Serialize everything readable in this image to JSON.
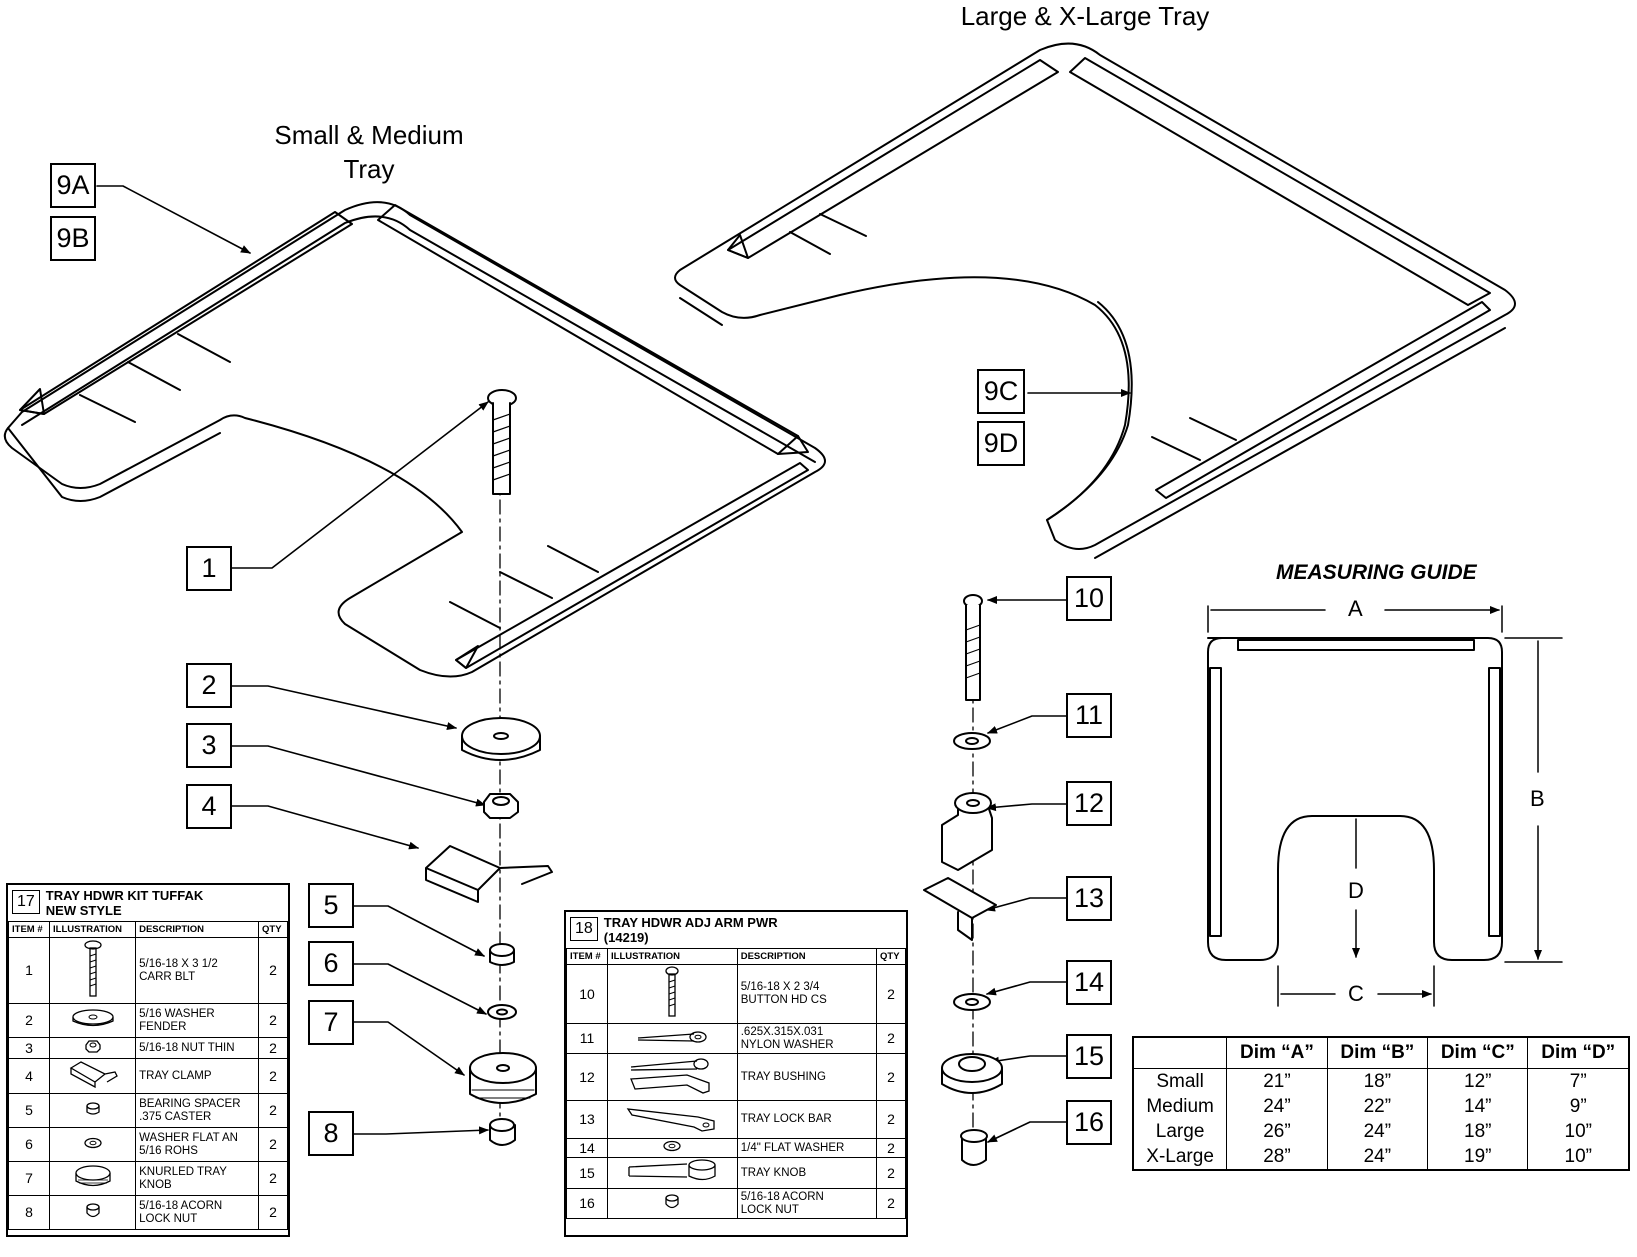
{
  "trays": {
    "small_medium_title": "Small & Medium\nTray",
    "large_xlarge_title": "Large & X-Large Tray"
  },
  "callouts": [
    "9A",
    "9B",
    "9C",
    "9D",
    "1",
    "2",
    "3",
    "4",
    "5",
    "6",
    "7",
    "8",
    "10",
    "11",
    "12",
    "13",
    "14",
    "15",
    "16"
  ],
  "measuring_guide": {
    "title": "MEASURING GUIDE",
    "dim_a": "A",
    "dim_b": "B",
    "dim_c": "C",
    "dim_d": "D"
  },
  "kit17": {
    "number": "17",
    "title": "TRAY HDWR KIT TUFFAK\nNEW STYLE",
    "headers": [
      "ITEM #",
      "ILLUSTRATION",
      "DESCRIPTION",
      "QTY"
    ],
    "rows": [
      {
        "item": "1",
        "desc": "5/16-18 X 3 1/2\nCARR BLT",
        "qty": "2",
        "icon": "carriage-bolt-icon"
      },
      {
        "item": "2",
        "desc": "5/16 WASHER\nFENDER",
        "qty": "2",
        "icon": "fender-washer-icon"
      },
      {
        "item": "3",
        "desc": "5/16-18 NUT THIN",
        "qty": "2",
        "icon": "thin-nut-icon"
      },
      {
        "item": "4",
        "desc": "TRAY CLAMP",
        "qty": "2",
        "icon": "tray-clamp-icon"
      },
      {
        "item": "5",
        "desc": "BEARING SPACER\n.375 CASTER",
        "qty": "2",
        "icon": "bearing-spacer-icon"
      },
      {
        "item": "6",
        "desc": "WASHER FLAT AN\n5/16 ROHS",
        "qty": "2",
        "icon": "flat-washer-icon"
      },
      {
        "item": "7",
        "desc": "KNURLED TRAY\nKNOB",
        "qty": "2",
        "icon": "knurled-knob-icon"
      },
      {
        "item": "8",
        "desc": "5/16-18 ACORN\nLOCK NUT",
        "qty": "2",
        "icon": "acorn-nut-icon"
      }
    ]
  },
  "kit18": {
    "number": "18",
    "title": "TRAY HDWR ADJ ARM PWR\n(14219)",
    "headers": [
      "ITEM #",
      "ILLUSTRATION",
      "DESCRIPTION",
      "QTY"
    ],
    "rows": [
      {
        "item": "10",
        "desc": "5/16-18 X 2 3/4\nBUTTON HD CS",
        "qty": "2",
        "icon": "button-head-screw-icon"
      },
      {
        "item": "11",
        "desc": ".625X.315X.031\nNYLON WASHER",
        "qty": "2",
        "icon": "nylon-washer-icon"
      },
      {
        "item": "12",
        "desc": "TRAY BUSHING",
        "qty": "2",
        "icon": "tray-bushing-icon"
      },
      {
        "item": "13",
        "desc": "TRAY LOCK BAR",
        "qty": "2",
        "icon": "tray-lock-bar-icon"
      },
      {
        "item": "14",
        "desc": "1/4\" FLAT WASHER",
        "qty": "2",
        "icon": "flat-washer-icon"
      },
      {
        "item": "15",
        "desc": "TRAY KNOB",
        "qty": "2",
        "icon": "tray-knob-icon"
      },
      {
        "item": "16",
        "desc": "5/16-18 ACORN\nLOCK NUT",
        "qty": "2",
        "icon": "acorn-nut-icon"
      }
    ]
  },
  "size_table": {
    "headers": [
      "",
      "Dim “A”",
      "Dim “B”",
      "Dim “C”",
      "Dim “D”"
    ],
    "rows": [
      [
        "Small",
        "21”",
        "18”",
        "12”",
        "7”"
      ],
      [
        "Medium",
        "24”",
        "22”",
        "14”",
        "9”"
      ],
      [
        "Large",
        "26”",
        "24”",
        "18”",
        "10”"
      ],
      [
        "X-Large",
        "28”",
        "24”",
        "19”",
        "10”"
      ]
    ]
  }
}
